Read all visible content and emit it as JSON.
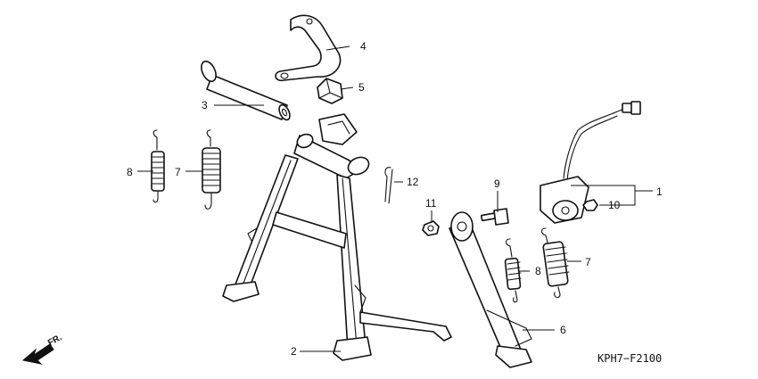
{
  "callouts": [
    {
      "id": "1",
      "label": "1"
    },
    {
      "id": "2",
      "label": "2"
    },
    {
      "id": "3",
      "label": "3"
    },
    {
      "id": "4",
      "label": "4"
    },
    {
      "id": "5",
      "label": "5"
    },
    {
      "id": "6",
      "label": "6"
    },
    {
      "id": "7a",
      "label": "7"
    },
    {
      "id": "7b",
      "label": "7"
    },
    {
      "id": "8a",
      "label": "8"
    },
    {
      "id": "8b",
      "label": "8"
    },
    {
      "id": "9",
      "label": "9"
    },
    {
      "id": "10",
      "label": "10"
    },
    {
      "id": "11",
      "label": "11"
    },
    {
      "id": "12",
      "label": "12"
    }
  ],
  "diagram_code": "KPH7−F2100",
  "direction_label": "FR."
}
